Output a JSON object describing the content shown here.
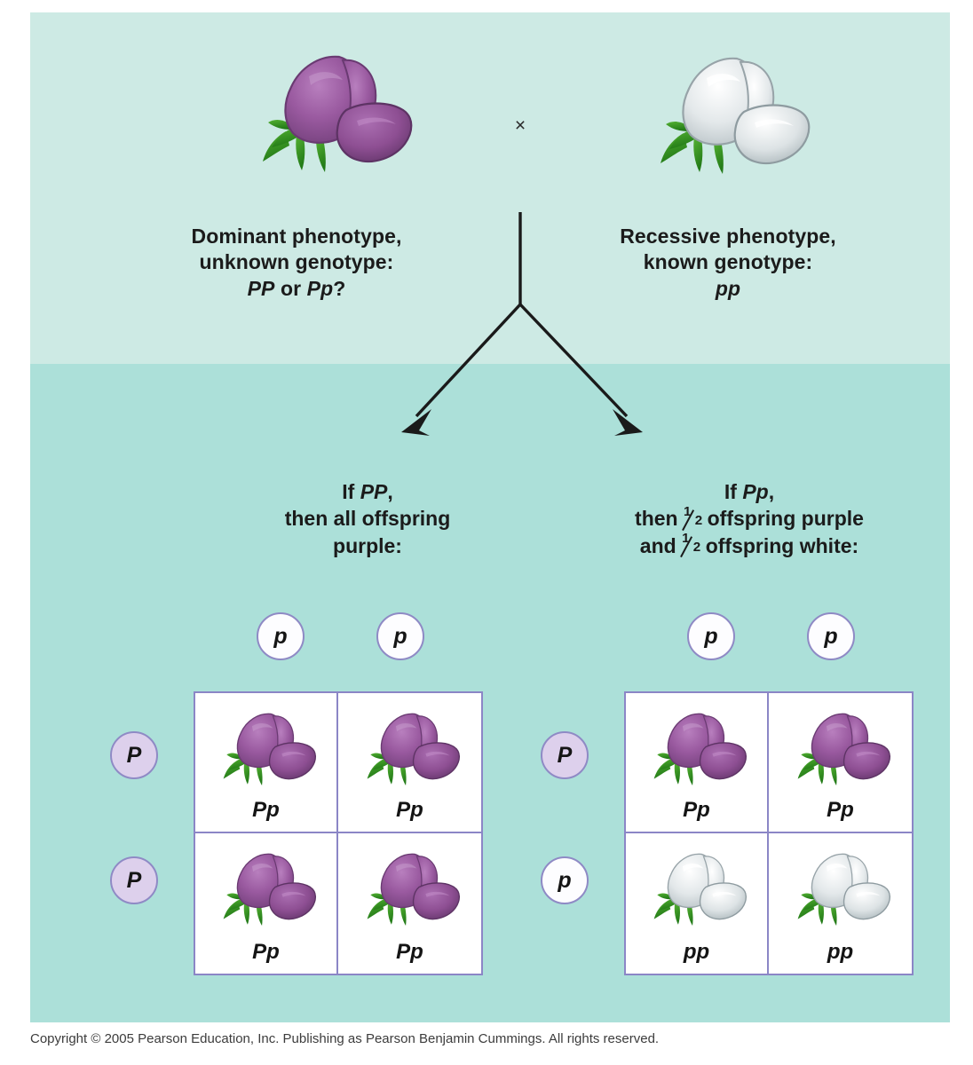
{
  "figure": {
    "cross_symbol": "×",
    "parents": [
      {
        "id": "dominant-parent",
        "flower": "purple-pea-flower",
        "line1": "Dominant phenotype,",
        "line2": "unknown genotype:",
        "genotype_prefix": "PP",
        "genotype_middle": " or ",
        "genotype_suffix": "Pp",
        "genotype_mark": "?"
      },
      {
        "id": "recessive-parent",
        "flower": "white-pea-flower",
        "line1": "Recessive phenotype,",
        "line2": "known genotype:",
        "genotype": "pp"
      }
    ],
    "branches": [
      {
        "id": "pp-branch",
        "if_prefix": "If ",
        "if_genotype": "PP",
        "if_suffix": ",",
        "line2": "then all offspring",
        "line3": "purple:",
        "punnett": {
          "top_alleles": [
            {
              "label": "p",
              "style": "white"
            },
            {
              "label": "p",
              "style": "white"
            }
          ],
          "side_alleles": [
            {
              "label": "P",
              "style": "lavender"
            },
            {
              "label": "P",
              "style": "lavender"
            }
          ],
          "cells": [
            {
              "genotype": "Pp",
              "flower": "purple-pea-flower"
            },
            {
              "genotype": "Pp",
              "flower": "purple-pea-flower"
            },
            {
              "genotype": "Pp",
              "flower": "purple-pea-flower"
            },
            {
              "genotype": "Pp",
              "flower": "purple-pea-flower"
            }
          ]
        }
      },
      {
        "id": "pp-het-branch",
        "if_prefix": "If ",
        "if_genotype": "Pp",
        "if_suffix": ",",
        "line2_before": "then ",
        "line2_after": " offspring purple",
        "line3_before": "and ",
        "line3_after": " offspring white:",
        "fraction_numerator": "1",
        "fraction_denominator": "2",
        "punnett": {
          "top_alleles": [
            {
              "label": "p",
              "style": "white"
            },
            {
              "label": "p",
              "style": "white"
            }
          ],
          "side_alleles": [
            {
              "label": "P",
              "style": "lavender"
            },
            {
              "label": "p",
              "style": "white"
            }
          ],
          "cells": [
            {
              "genotype": "Pp",
              "flower": "purple-pea-flower"
            },
            {
              "genotype": "Pp",
              "flower": "purple-pea-flower"
            },
            {
              "genotype": "pp",
              "flower": "white-pea-flower"
            },
            {
              "genotype": "pp",
              "flower": "white-pea-flower"
            }
          ]
        }
      }
    ]
  },
  "copyright": "Copyright ©  2005 Pearson Education, Inc. Publishing as Pearson Benjamin Cummings. All rights reserved.",
  "colors": {
    "band_top": "#cdeae4",
    "band_bottom": "#ace0d9",
    "grid_border": "#8b86c6",
    "allele_lavender": "#ddd0ec",
    "flower_purple": "#8e4f93",
    "flower_white": "#e6e9ea",
    "leaf_green": "#3a9a28",
    "text": "#1b1b1b"
  }
}
